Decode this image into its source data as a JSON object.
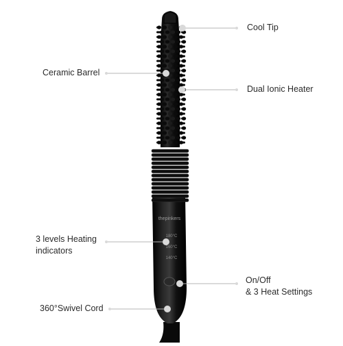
{
  "product": {
    "brand_text": "thepinkers",
    "temperature_labels": [
      "180°C",
      "160°C",
      "140°C"
    ]
  },
  "callouts": {
    "cool_tip": "Cool Tip",
    "ceramic_barrel": "Ceramic Barrel",
    "dual_ionic_heater": "Dual Ionic Heater",
    "heating_indicators_line1": "3 levels Heating",
    "heating_indicators_line2": "indicators",
    "on_off_line1": "On/Off",
    "on_off_line2": "& 3 Heat Settings",
    "swivel_cord": "360°Swivel Cord"
  },
  "colors": {
    "body": "#0d0d0d",
    "leader_line": "#b5b5b5",
    "dot": "#d9d9d9",
    "text": "#2a2a2a"
  }
}
